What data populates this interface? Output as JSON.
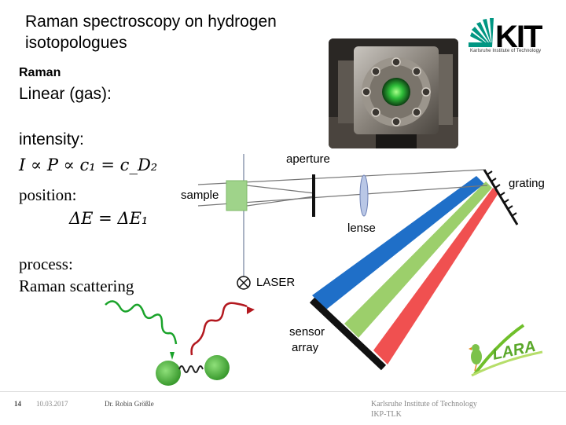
{
  "slide": {
    "title_line1": "Raman spectroscopy on hydrogen",
    "title_line2": "isotopologues"
  },
  "logo": {
    "text": "KIT",
    "subtitle": "Karlsruhe Institute of Technology",
    "brand_color": "#009682"
  },
  "left_panel": {
    "raman_label": "Raman",
    "linear_label": "Linear (gas):",
    "intensity_label": "intensity:",
    "intensity_formula": "I ∝ P ∝ c₁ = c_D₂",
    "position_label": "position:",
    "position_formula": "ΔE = ΔE₁",
    "process_label": "process:",
    "process_value": "Raman scattering"
  },
  "diagram": {
    "sample_label": "sample",
    "aperture_label": "aperture",
    "lense_label": "lense",
    "grating_label": "grating",
    "laser_label": "LASER",
    "sensor_label_line1": "sensor",
    "sensor_label_line2": "array",
    "beam_colors": {
      "blue": "#1f6fc8",
      "green": "#9ccf6b",
      "red": "#f05050"
    },
    "sample_color": "#9fd38a"
  },
  "lara_logo": {
    "text": "LARA"
  },
  "footer": {
    "page": "14",
    "date": "10.03.2017",
    "author": "Dr. Robin Größle",
    "institute": "Karlsruhe Institute of Technology",
    "department": "IKP-TLK"
  }
}
